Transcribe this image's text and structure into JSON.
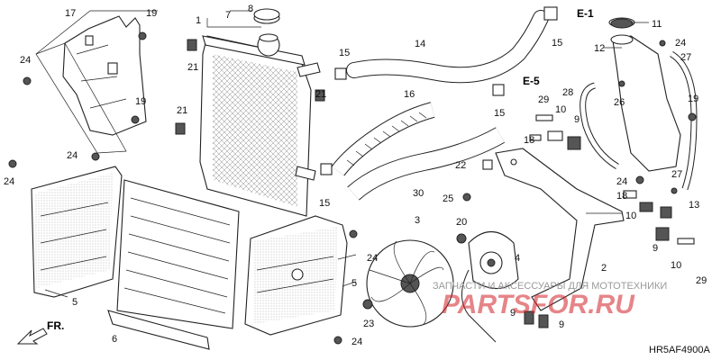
{
  "diagram": {
    "code": "HR5AF4900A",
    "front_label": "FR.",
    "section_refs": [
      "E-1",
      "E-5"
    ],
    "callouts": [
      "1",
      "2",
      "3",
      "4",
      "5",
      "6",
      "7",
      "8",
      "9",
      "10",
      "11",
      "12",
      "13",
      "14",
      "15",
      "16",
      "17",
      "18",
      "19",
      "20",
      "21",
      "22",
      "23",
      "24",
      "25",
      "26",
      "27",
      "28",
      "29",
      "30"
    ]
  },
  "watermark": {
    "top_text": "ЗАПЧАСТИ И АКСЕССУАРЫ ДЛЯ МОТОТЕХНИКИ",
    "brand": "PARTSFOR.RU"
  },
  "colors": {
    "line": "#222222",
    "watermark_red": "#d32027",
    "watermark_grey": "#9a9a9a"
  }
}
